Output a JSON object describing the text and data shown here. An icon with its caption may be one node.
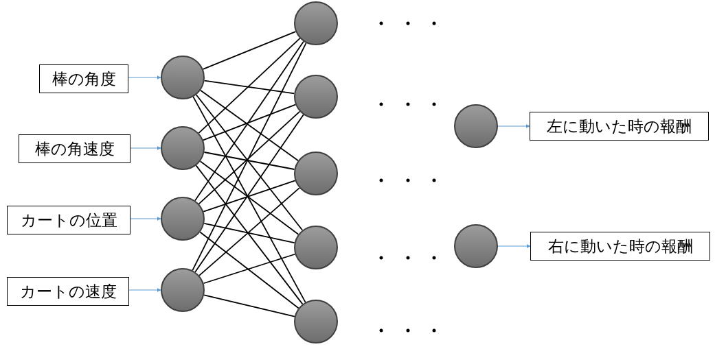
{
  "diagram": {
    "nodes": [
      {
        "text": [
          "棒の角度"
        ]
      },
      {
        "text": [
          "棒の角速度"
        ]
      },
      {
        "text": [
          "カートの位置"
        ]
      },
      {
        "text": [
          "カートの速度"
        ]
      },
      {
        "text": [],
        "shape": "circle"
      },
      {
        "text": [],
        "shape": "circle"
      },
      {
        "text": [],
        "shape": "circle"
      },
      {
        "text": [],
        "shape": "circle"
      },
      {
        "text": [],
        "shape": "circle"
      },
      {
        "text": [],
        "shape": "circle"
      },
      {
        "text": [],
        "shape": "circle"
      },
      {
        "text": [],
        "shape": "circle"
      },
      {
        "text": [],
        "shape": "circle"
      },
      {
        "text": [],
        "shape": "circle"
      },
      {
        "text": [],
        "shape": "circle"
      },
      {
        "text": [
          "左に動いた時の報酬"
        ]
      },
      {
        "text": [
          "右に動いた時の報酬"
        ]
      }
    ],
    "edges": [
      {
        "from": 0,
        "to": 4,
        "arrow": "to",
        "color": "#5b9bd5"
      },
      {
        "from": 1,
        "to": 5,
        "arrow": "to",
        "color": "#5b9bd5"
      },
      {
        "from": 2,
        "to": 6,
        "arrow": "to",
        "color": "#5b9bd5"
      },
      {
        "from": 3,
        "to": 7,
        "arrow": "to",
        "color": "#5b9bd5"
      },
      {
        "from": 4,
        "to": 8,
        "arrow": "none"
      },
      {
        "from": 4,
        "to": 9,
        "arrow": "none"
      },
      {
        "from": 4,
        "to": 10,
        "arrow": "none"
      },
      {
        "from": 4,
        "to": 11,
        "arrow": "none"
      },
      {
        "from": 4,
        "to": 12,
        "arrow": "none"
      },
      {
        "from": 5,
        "to": 8,
        "arrow": "none"
      },
      {
        "from": 5,
        "to": 9,
        "arrow": "none"
      },
      {
        "from": 5,
        "to": 10,
        "arrow": "none"
      },
      {
        "from": 5,
        "to": 11,
        "arrow": "none"
      },
      {
        "from": 5,
        "to": 12,
        "arrow": "none"
      },
      {
        "from": 6,
        "to": 8,
        "arrow": "none"
      },
      {
        "from": 6,
        "to": 9,
        "arrow": "none"
      },
      {
        "from": 6,
        "to": 10,
        "arrow": "none"
      },
      {
        "from": 6,
        "to": 11,
        "arrow": "none"
      },
      {
        "from": 6,
        "to": 12,
        "arrow": "none"
      },
      {
        "from": 7,
        "to": 8,
        "arrow": "none"
      },
      {
        "from": 7,
        "to": 9,
        "arrow": "none"
      },
      {
        "from": 7,
        "to": 10,
        "arrow": "none"
      },
      {
        "from": 7,
        "to": 11,
        "arrow": "none"
      },
      {
        "from": 7,
        "to": 12,
        "arrow": "none"
      },
      {
        "from": 13,
        "to": 15,
        "arrow": "to",
        "color": "#5b9bd5"
      },
      {
        "from": 14,
        "to": 16,
        "arrow": "to",
        "color": "#5b9bd5"
      }
    ]
  }
}
